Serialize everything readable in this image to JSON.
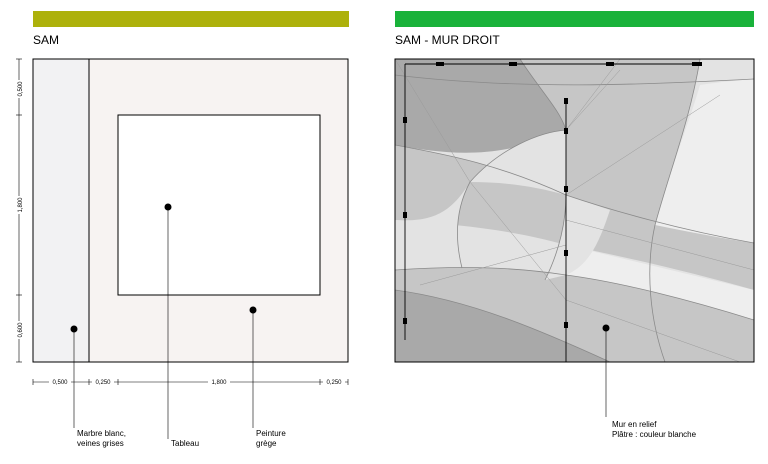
{
  "left_panel": {
    "title": "SAM",
    "bar_color": "#adb10b",
    "vertical_dims": [
      "0,500",
      "1,800",
      "0,600"
    ],
    "horizontal_dims": [
      "0,500",
      "0,250",
      "1,800",
      "0,250"
    ],
    "callouts": {
      "marble": [
        "Marbre blanc,",
        "veines grises"
      ],
      "painting": [
        "Tableau"
      ],
      "paint": [
        "Peinture",
        "grège"
      ]
    }
  },
  "right_panel": {
    "title": "SAM - MUR DROIT",
    "bar_color": "#19b23a",
    "callouts": {
      "relief_wall": [
        "Mur en relief",
        "Plâtre : couleur blanche"
      ]
    }
  },
  "colors": {
    "marble_fill": "#f2f2f3",
    "paint_fill": "#f7f3f2",
    "relief_dark": "#a9a9a9",
    "relief_mid": "#c6c6c6",
    "relief_light": "#e3e3e3",
    "relief_lightest": "#eeeeee"
  }
}
